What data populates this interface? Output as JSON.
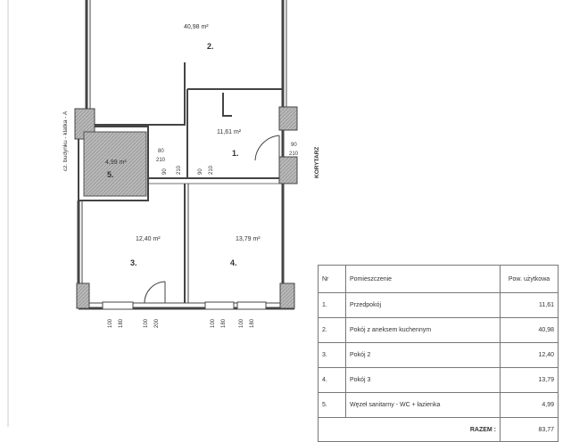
{
  "plan": {
    "side_label": "cz. budynku - klatka - A",
    "corridor_label": "KORYTARZ",
    "rooms": [
      {
        "num": "1.",
        "area": "11,61 m²"
      },
      {
        "num": "2.",
        "area": "40,98 m²"
      },
      {
        "num": "3.",
        "area": "12,40 m²"
      },
      {
        "num": "4.",
        "area": "13,79 m²"
      },
      {
        "num": "5.",
        "area": "4,99 m²"
      }
    ],
    "door_dims": {
      "d1_top": "80",
      "d1_bot": "210",
      "d2_top": "90",
      "d2_bot": "210",
      "d3_top": "90",
      "d3_bot": "210",
      "d4_top": "90",
      "d4_bot": "210"
    },
    "window_dims": [
      "100",
      "180",
      "100",
      "200",
      "100",
      "180",
      "100",
      "180"
    ]
  },
  "legend": {
    "headers": {
      "nr": "Nr",
      "name": "Pomieszczenie",
      "area": "Pow. użytkowa"
    },
    "rows": [
      {
        "nr": "1.",
        "name": "Przedpokój",
        "area": "11,61"
      },
      {
        "nr": "2.",
        "name": "Pokój z aneksem kuchennym",
        "area": "40,98"
      },
      {
        "nr": "3.",
        "name": "Pokój 2",
        "area": "12,40"
      },
      {
        "nr": "4.",
        "name": "Pokój 3",
        "area": "13,79"
      },
      {
        "nr": "5.",
        "name": "Węzeł sanitarny - WC + łazienka",
        "area": "4,99"
      }
    ],
    "total_label": "RAZEM :",
    "total_value": "83,77"
  }
}
